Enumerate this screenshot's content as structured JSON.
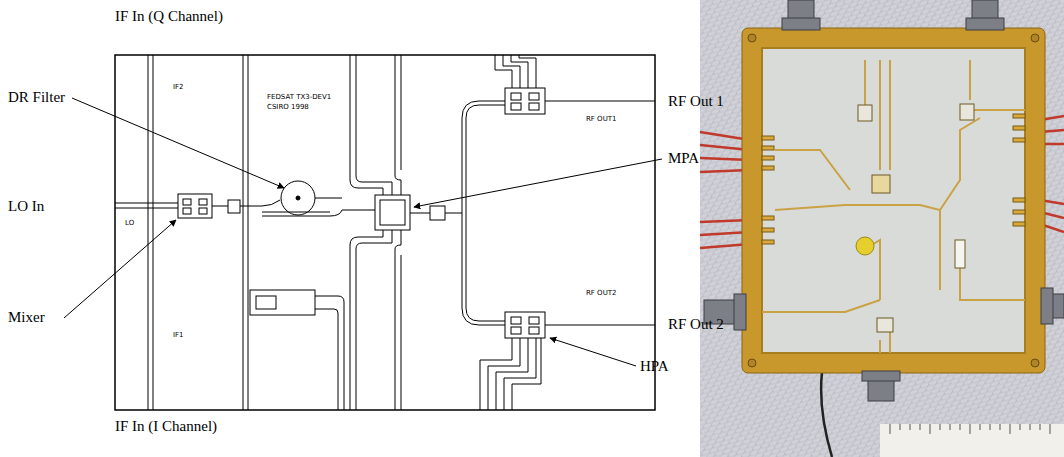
{
  "diagram": {
    "labels": [
      "IF In (Q Channel)",
      "DR Filter",
      "LO In",
      "Mixer",
      "IF In (I Channel)",
      "RF Out 1",
      "MPA",
      "RF Out 2",
      "HPA",
      "IF2",
      "IF1",
      "LO",
      "RF OUT1",
      "RF OUT2",
      "FEDSAT TX3-DEV1",
      "CSIRO 1998"
    ]
  }
}
